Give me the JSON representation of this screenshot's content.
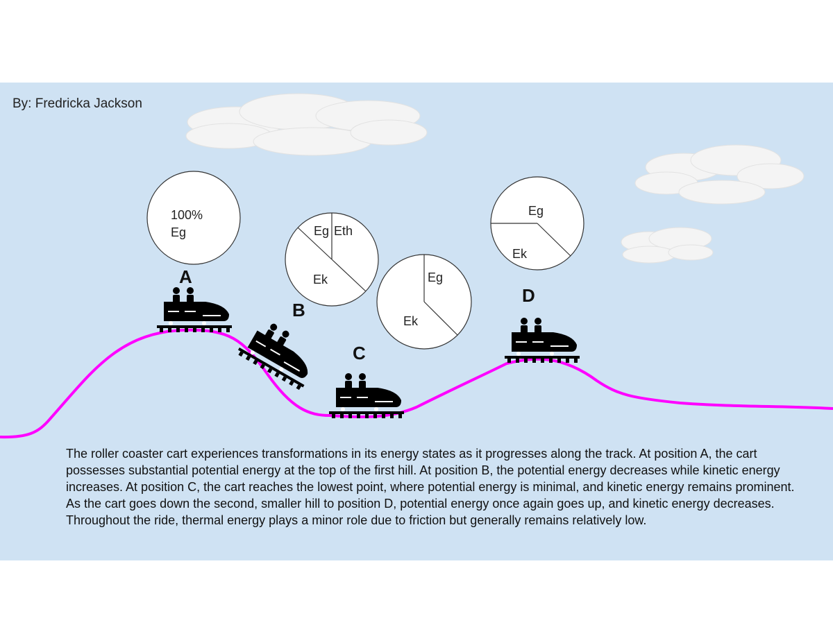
{
  "author": "By: Fredricka Jackson",
  "colors": {
    "sky": "#cfe2f3",
    "track": "#ff00ff",
    "pie_fill": "#ffffff",
    "pie_stroke": "#333333",
    "cloud": "#f4f4f4",
    "cart": "#000000"
  },
  "positions": {
    "a": "A",
    "b": "B",
    "c": "C",
    "d": "D"
  },
  "pies": {
    "a": {
      "line1": "100%",
      "line2": "Eg"
    },
    "b": {
      "eg": "Eg",
      "eth": "Eth",
      "ek": "Ek"
    },
    "c": {
      "eg": "Eg",
      "ek": "Ek"
    },
    "d": {
      "eg": "Eg",
      "ek": "Ek"
    }
  },
  "description": "The roller coaster cart experiences transformations in its energy states as it progresses along the track. At position A, the cart possesses substantial potential energy at the top of the first hill. At position B, the potential energy decreases while kinetic energy increases. At position C, the cart reaches the lowest point, where potential energy is minimal, and kinetic energy remains prominent. As the cart goes down the second, smaller hill to position D, potential energy once again goes up, and kinetic energy decreases. Throughout the ride, thermal energy plays a minor role due to friction but generally remains relatively low."
}
